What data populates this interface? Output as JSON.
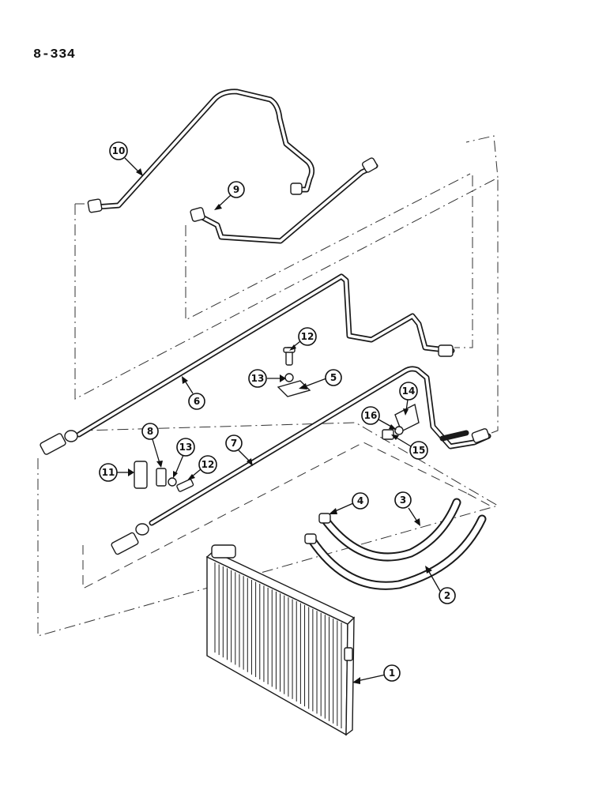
{
  "page": {
    "number": "8-334"
  },
  "callouts": [
    {
      "id": "c1",
      "label": "1",
      "part": "condenser"
    },
    {
      "id": "c2",
      "label": "2",
      "part": "hose-lower"
    },
    {
      "id": "c3",
      "label": "3",
      "part": "hose-upper"
    },
    {
      "id": "c4",
      "label": "4",
      "part": "hose-clamp"
    },
    {
      "id": "c5",
      "label": "5",
      "part": "support-bracket"
    },
    {
      "id": "c6",
      "label": "6",
      "part": "tube-upper"
    },
    {
      "id": "c7",
      "label": "7",
      "part": "tube-lower"
    },
    {
      "id": "c8",
      "label": "8",
      "part": "clip"
    },
    {
      "id": "c9",
      "label": "9",
      "part": "tube-short"
    },
    {
      "id": "c10",
      "label": "10",
      "part": "tube-top"
    },
    {
      "id": "c11",
      "label": "11",
      "part": "bracket-plate"
    },
    {
      "id": "c12a",
      "label": "12",
      "part": "screw-upper"
    },
    {
      "id": "c12b",
      "label": "12",
      "part": "screw-lower"
    },
    {
      "id": "c13a",
      "label": "13",
      "part": "nut-upper"
    },
    {
      "id": "c13b",
      "label": "13",
      "part": "nut-lower"
    },
    {
      "id": "c14",
      "label": "14",
      "part": "clamp-right"
    },
    {
      "id": "c15",
      "label": "15",
      "part": "washer"
    },
    {
      "id": "c16",
      "label": "16",
      "part": "bolt"
    }
  ]
}
